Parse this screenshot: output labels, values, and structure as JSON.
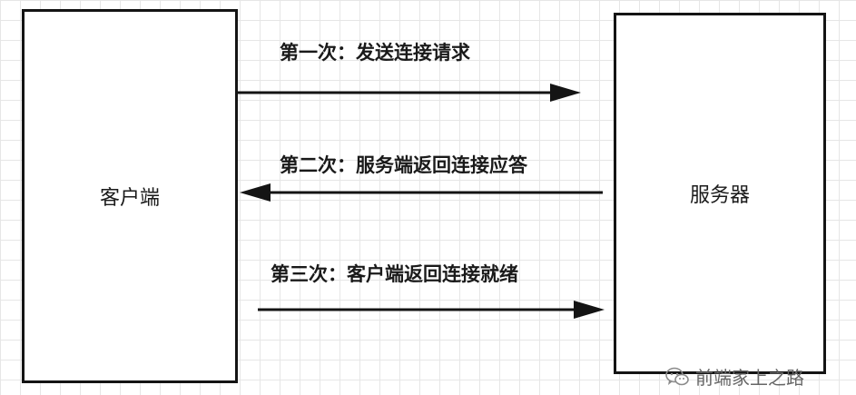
{
  "diagram": {
    "nodes": {
      "client": {
        "label": "客户端"
      },
      "server": {
        "label": "服务器"
      }
    },
    "steps": [
      {
        "label": "第一次：发送连接请求",
        "direction": "client-to-server"
      },
      {
        "label": "第二次：服务端返回连接应答",
        "direction": "server-to-client"
      },
      {
        "label": "第三次：客户端返回连接就绪",
        "direction": "client-to-server"
      }
    ],
    "colors": {
      "line": "#141414",
      "grid": "#e6e6e6",
      "background": "#ffffff"
    }
  },
  "watermark": {
    "text": "前端家上之路",
    "icon": "wechat-icon"
  }
}
